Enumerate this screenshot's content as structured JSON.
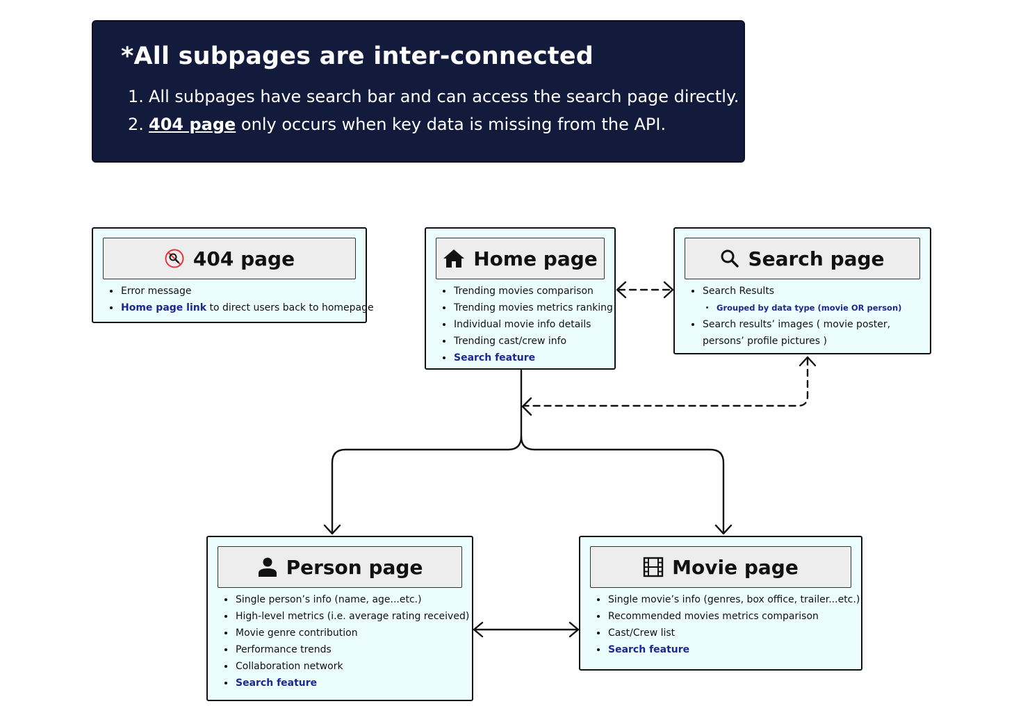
{
  "banner": {
    "title": "*All subpages are inter-connected",
    "items": [
      {
        "num": "1.",
        "emph": "",
        "text": "All subpages have search bar and can access the search page directly."
      },
      {
        "num": "2.",
        "emph": "404 page",
        "text": " only occurs when key data is missing from the API."
      }
    ]
  },
  "cards": {
    "not_found": {
      "title": "404 page",
      "icon": "search-off-icon",
      "items": [
        {
          "text": "Error message"
        },
        {
          "link": "Home page link",
          "text": " to direct users back to homepage"
        }
      ]
    },
    "home": {
      "title": "Home page",
      "icon": "home-icon",
      "items": [
        {
          "text": "Trending movies comparison"
        },
        {
          "text": "Trending movies metrics ranking"
        },
        {
          "text": "Individual movie info details"
        },
        {
          "text": "Trending cast/crew info"
        },
        {
          "link": "Search feature"
        }
      ]
    },
    "search": {
      "title": "Search page",
      "icon": "search-icon",
      "items": [
        {
          "text": "Search Results"
        },
        {
          "sub": "Grouped by data type (movie OR person)"
        },
        {
          "text": "Search results’ images ( movie poster, persons’ profile pictures )"
        }
      ]
    },
    "person": {
      "title": "Person page",
      "icon": "person-icon",
      "items": [
        {
          "text": "Single person’s info (name, age...etc.)"
        },
        {
          "text": "High-level metrics (i.e. average rating received)"
        },
        {
          "text": "Movie genre contribution"
        },
        {
          "text": "Performance trends"
        },
        {
          "text": "Collaboration network"
        },
        {
          "link": "Search feature"
        }
      ]
    },
    "movie": {
      "title": "Movie page",
      "icon": "film-icon",
      "items": [
        {
          "text": "Single movie’s info (genres, box office, trailer...etc.)"
        },
        {
          "text": "Recommended movies metrics comparison"
        },
        {
          "text": "Cast/Crew list"
        },
        {
          "link": "Search feature"
        }
      ]
    }
  },
  "colors": {
    "banner_bg": "#121b3b",
    "card_bg": "#ecfdfd",
    "card_head_bg": "#ededed",
    "link": "#1c2794",
    "error_icon": "#e0353b"
  }
}
